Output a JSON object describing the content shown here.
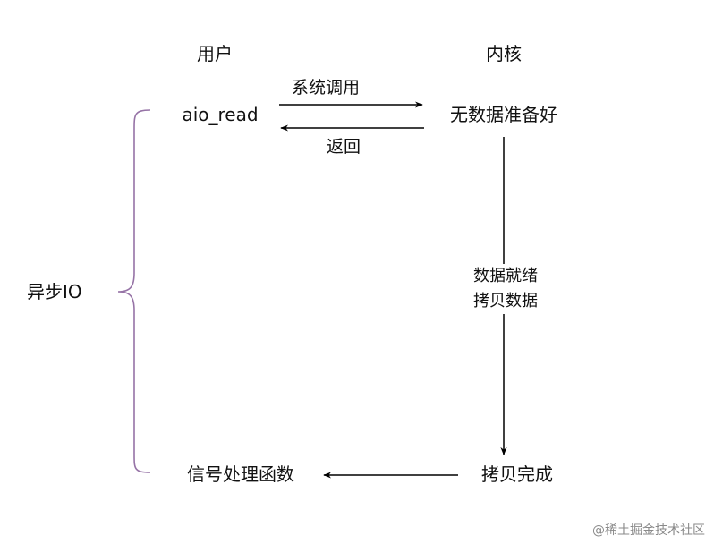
{
  "columns": {
    "user": "用户",
    "kernel": "内核"
  },
  "nodes": {
    "aio_read": "aio_read",
    "no_data_ready": "无数据准备好",
    "signal_handler": "信号处理函数",
    "copy_complete": "拷贝完成"
  },
  "edges": {
    "syscall": "系统调用",
    "return": "返回",
    "data_ready_line1": "数据就绪",
    "data_ready_line2": "拷贝数据"
  },
  "brace_label": "异步IO",
  "colors": {
    "brace": "#9673a6",
    "arrow": "#000000"
  },
  "watermark": "@稀土掘金技术社区"
}
